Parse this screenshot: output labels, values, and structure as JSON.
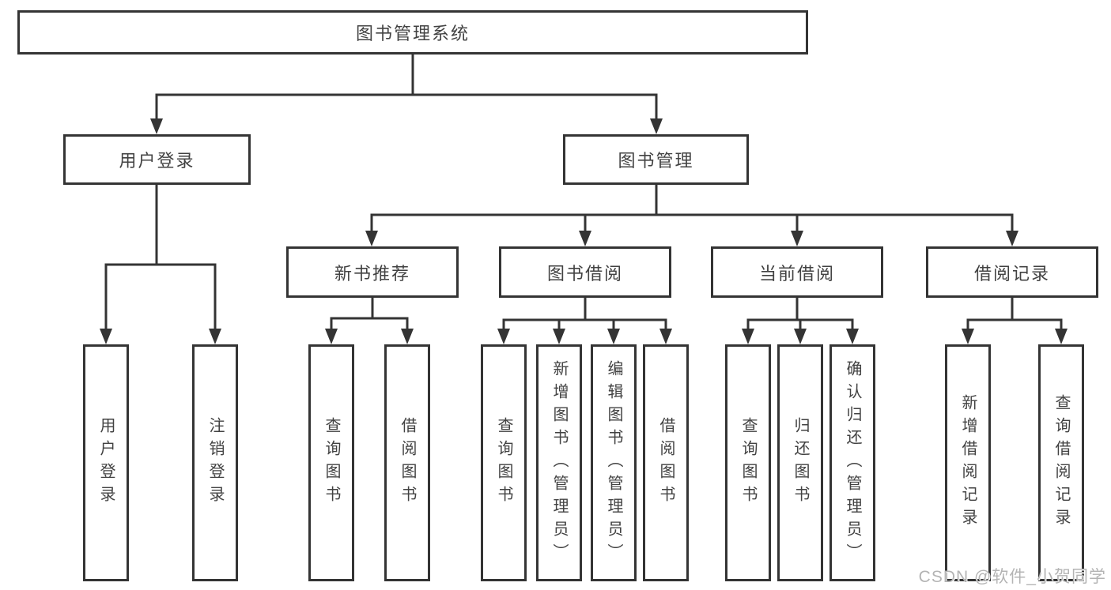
{
  "diagram": {
    "root": {
      "label": "图书管理系统"
    },
    "branches": [
      {
        "label": "用户登录",
        "children": [
          {
            "label": "用户登录"
          },
          {
            "label": "注销登录"
          }
        ]
      },
      {
        "label": "图书管理",
        "sections": [
          {
            "label": "新书推荐",
            "children": [
              {
                "label": "查询图书"
              },
              {
                "label": "借阅图书"
              }
            ]
          },
          {
            "label": "图书借阅",
            "children": [
              {
                "label": "查询图书"
              },
              {
                "label": "新增图书（管理员）"
              },
              {
                "label": "编辑图书（管理员）"
              },
              {
                "label": "借阅图书"
              }
            ]
          },
          {
            "label": "当前借阅",
            "children": [
              {
                "label": "查询图书"
              },
              {
                "label": "归还图书"
              },
              {
                "label": "确认归还（管理员）"
              }
            ]
          },
          {
            "label": "借阅记录",
            "children": [
              {
                "label": "新增借阅记录"
              },
              {
                "label": "查询借阅记录"
              }
            ]
          }
        ]
      }
    ]
  },
  "watermark": {
    "text": "CSDN @软件_小贺同学"
  },
  "colors": {
    "line": "#343434",
    "box_border": "#343434",
    "text": "#424242",
    "watermark": "#b4b4b4",
    "background": "#ffffff"
  }
}
